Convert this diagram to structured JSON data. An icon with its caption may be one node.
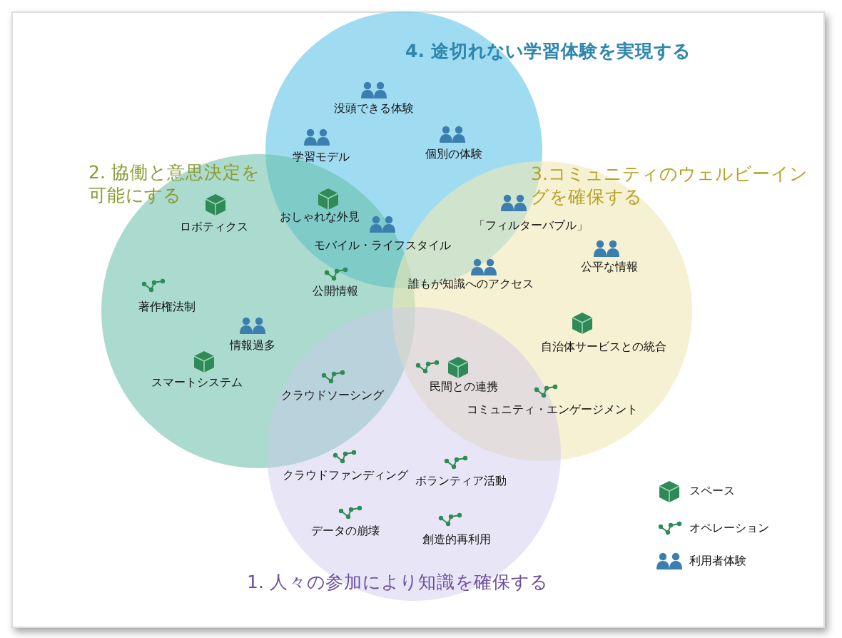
{
  "diagram": {
    "nodes": [
      {
        "text": [
          "4. 途切れない学習体験を実現する"
        ]
      },
      {
        "text": [
          "2. 協働と意思決定を可能にする"
        ]
      },
      {
        "text": [
          "3.コミュニティのウェルビーイングを確保する"
        ]
      },
      {
        "text": [
          "1. 人々の参加により知識を確保する"
        ]
      }
    ],
    "labels": [
      "没頭できる体験",
      "学習モデル",
      "個別の体験",
      "おしゃれな外見",
      "モバイル・ライフスタイル",
      "ロボティクス",
      "「フィルターバブル」",
      "公平な情報",
      "誰もが知識へのアクセス",
      "公開情報",
      "著作権法制",
      "情報過多",
      "自治体サービスとの統合",
      "スマートシステム",
      "クラウドソーシング",
      "民間との連携",
      "コミュニティ・エンゲージメント",
      "クラウドファンディング",
      "ボランティア活動",
      "データの崩壊",
      "創造的再利用"
    ],
    "legend": [
      {
        "text": "スペース"
      },
      {
        "text": "オペレーション"
      },
      {
        "text": "利用者体験"
      }
    ]
  }
}
